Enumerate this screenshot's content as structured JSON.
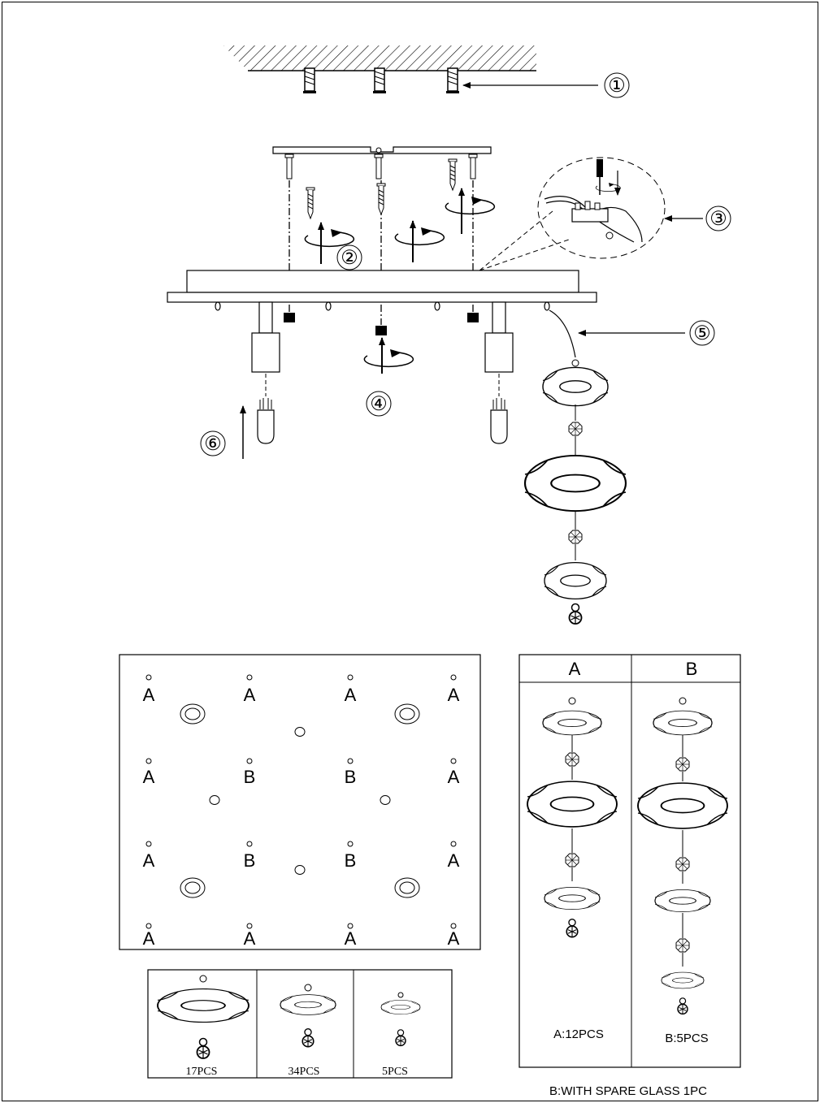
{
  "steps": {
    "s1": "①",
    "s2": "②",
    "s3": "③",
    "s4": "④",
    "s5": "⑤",
    "s6": "⑥"
  },
  "layout_grid": {
    "rows": [
      [
        "A",
        "A",
        "A",
        "A"
      ],
      [
        "A",
        "B",
        "B",
        "A"
      ],
      [
        "A",
        "B",
        "B",
        "A"
      ],
      [
        "A",
        "A",
        "A",
        "A"
      ]
    ]
  },
  "strand_table": {
    "header_a": "A",
    "header_b": "B",
    "count_a": "A:12PCS",
    "count_b": "B:5PCS",
    "note": "B:WITH SPARE GLASS 1PC"
  },
  "parts": [
    {
      "label": "17PCS"
    },
    {
      "label": "34PCS"
    },
    {
      "label": "5PCS"
    }
  ]
}
